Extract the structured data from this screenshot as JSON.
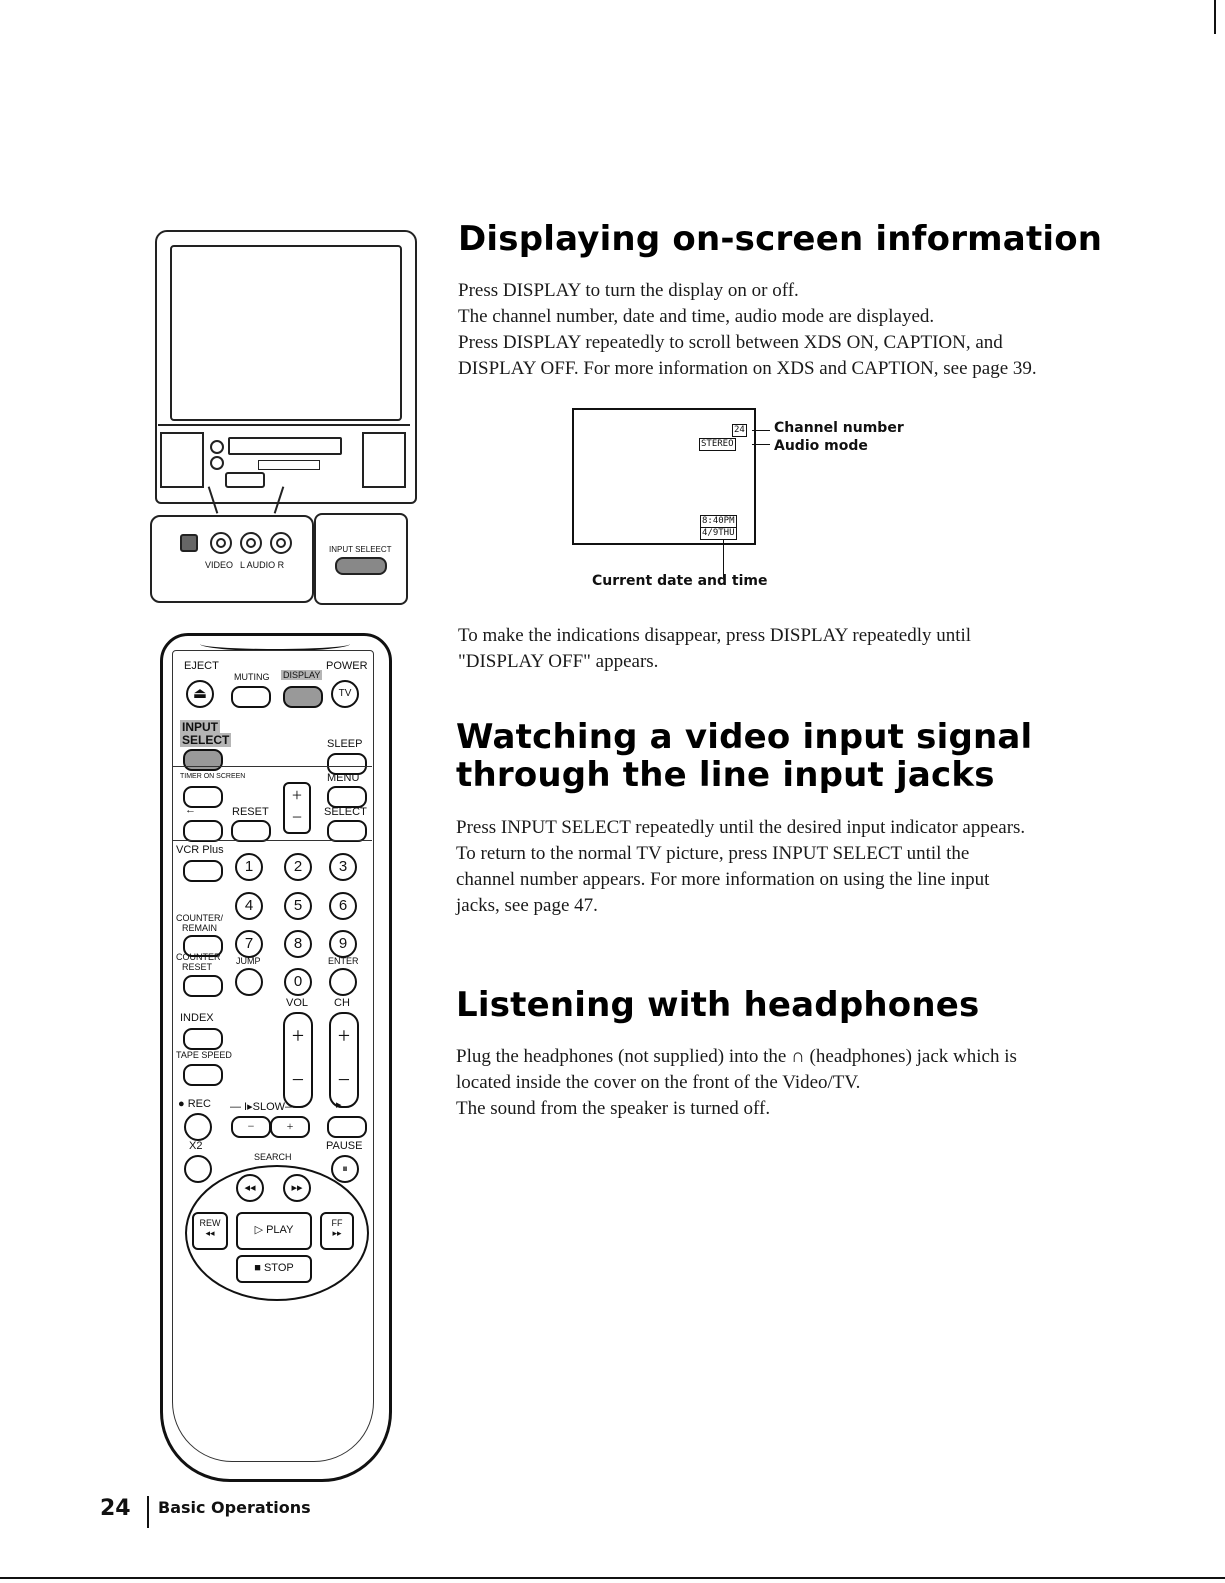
{
  "sections": {
    "display": {
      "title": "Displaying on-screen information",
      "paragraphs": [
        "Press DISPLAY to turn the display on or off.",
        "The channel number, date and time, audio mode are displayed.",
        "Press DISPLAY repeatedly to scroll between XDS ON, CAPTION, and",
        "DISPLAY OFF. For more information on XDS and CAPTION, see page 39."
      ],
      "after": [
        "To make the indications disappear, press DISPLAY repeatedly until",
        "\"DISPLAY OFF\" appears."
      ]
    },
    "video_input": {
      "title_line1": "Watching a video input signal",
      "title_line2": "through the line input jacks",
      "paragraphs": [
        "Press INPUT SELECT repeatedly until the desired input indicator appears.",
        "To return to the normal TV picture, press INPUT SELECT until the",
        "channel number appears.  For more information on using the line input",
        "jacks, see page 47."
      ]
    },
    "headphones": {
      "title": "Listening with headphones",
      "paragraphs": [
        "Plug the headphones (not supplied) into the ∩ (headphones) jack which is",
        "located inside the cover on the front of the Video/TV.",
        "The sound from the speaker is turned off."
      ]
    }
  },
  "osd": {
    "channel_value": "24",
    "audio_value": "STEREO",
    "time_value": "8:40PM",
    "date_value": "4/9THU",
    "channel_label": "Channel number",
    "audio_label": "Audio mode",
    "datetime_label": "Current date and time"
  },
  "tv": {
    "video_label": "VIDEO",
    "audio_label": "L AUDIO R",
    "input_select_label": "INPUT SELEECT"
  },
  "remote": {
    "eject": "EJECT",
    "muting": "MUTING",
    "display": "DISPLAY",
    "power": "POWER",
    "tv": "TV",
    "input": "INPUT",
    "select": "SELECT",
    "sleep": "SLEEP",
    "timer": "TIMER ON SCREEN",
    "menu": "MENU",
    "reset": "RESET",
    "select2": "SELECT",
    "vcrplus": "VCR Plus",
    "counter_remain_1": "COUNTER/",
    "counter_remain_2": "REMAIN",
    "counter_reset_1": "COUNTER",
    "counter_reset_2": "RESET",
    "jump": "JUMP",
    "enter": "ENTER",
    "vol": "VOL",
    "ch": "CH",
    "index": "INDEX",
    "tape_speed": "TAPE SPEED",
    "rec": "● REC",
    "slow": "— I▸SLOW—",
    "x2": "X2",
    "pause": "PAUSE",
    "search": "SEARCH",
    "rew": "REW",
    "play": "PLAY",
    "ff": "FF",
    "stop": "■ STOP",
    "digits": [
      "1",
      "2",
      "3",
      "4",
      "5",
      "6",
      "7",
      "8",
      "9",
      "0"
    ]
  },
  "footer": {
    "page_number": "24",
    "section": "Basic Operations"
  }
}
